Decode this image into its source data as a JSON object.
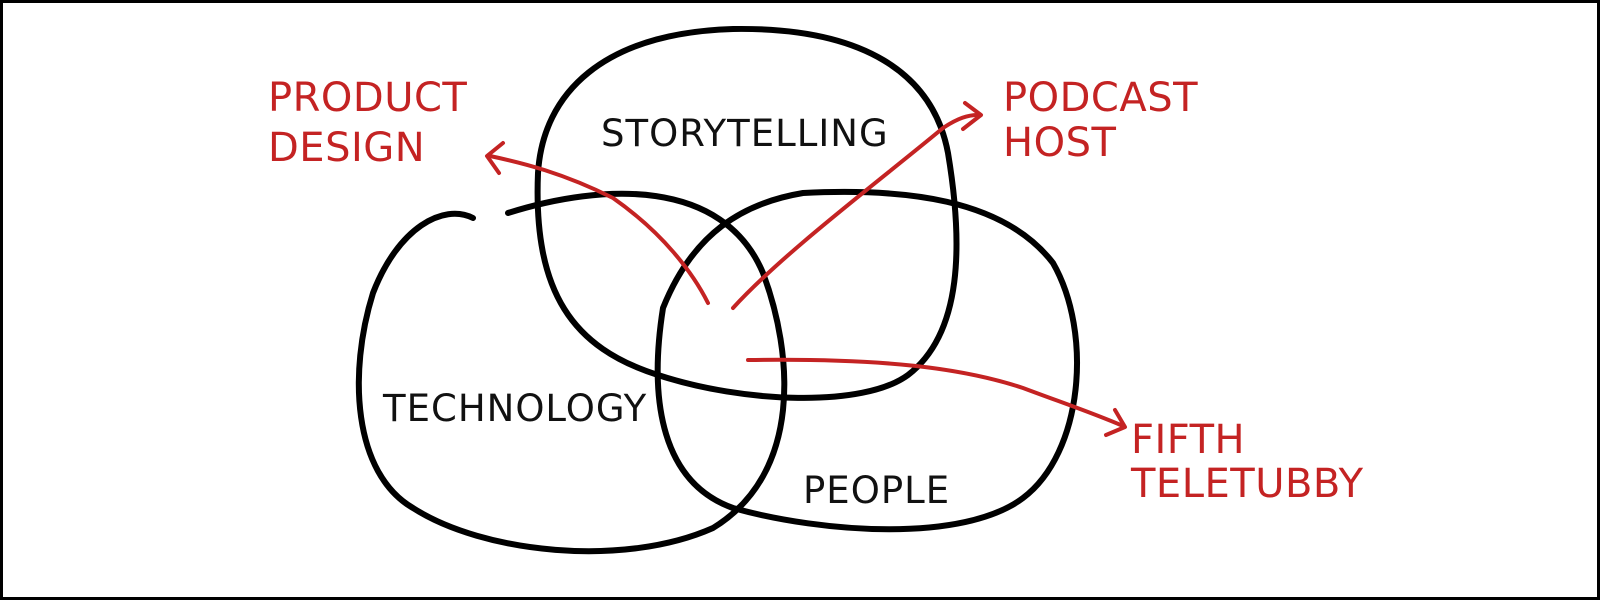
{
  "sets": {
    "storytelling": "STORYTELLING",
    "technology": "TECHNOLOGY",
    "people": "PEOPLE"
  },
  "outcomes": {
    "product_design": [
      "PRODUCT",
      "DESIGN"
    ],
    "podcast_host": [
      "PODCAST",
      "HOST"
    ],
    "fifth_teletubby": [
      "FIFTH",
      "TELETUBBY"
    ]
  },
  "colors": {
    "ink": "#000000",
    "accent": "#c42323",
    "background": "#ffffff"
  }
}
